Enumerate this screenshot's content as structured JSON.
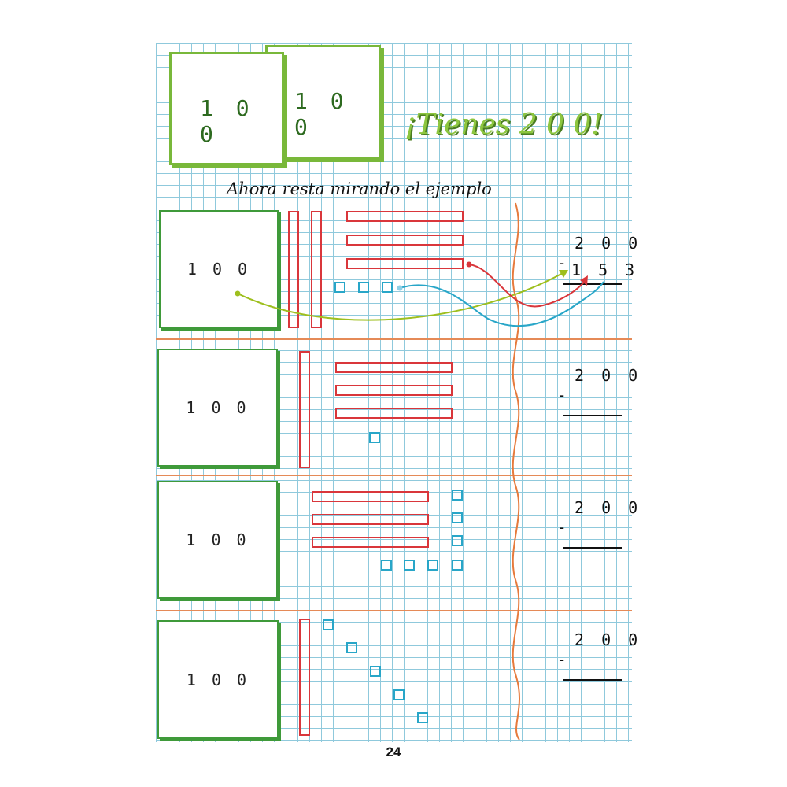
{
  "header": {
    "card_a": "1 0 0",
    "card_b": "1 0 0",
    "title": "¡Tienes 2 0 0!",
    "instruction": "Ahora resta mirando el ejemplo"
  },
  "rows": [
    {
      "hundred": "1 0 0",
      "minuend": "2 0 0",
      "minus": "-",
      "subtrahend": "1 5 3"
    },
    {
      "hundred": "1 0 0",
      "minuend": "2 0 0",
      "minus": "-"
    },
    {
      "hundred": "1 0 0",
      "minuend": "2 0 0",
      "minus": "-"
    },
    {
      "hundred": "1 0 0",
      "minuend": "2 0 0",
      "minus": "-"
    }
  ],
  "colors": {
    "grid": "#8fc9dc",
    "title_green": "#8dc63f",
    "hundred_green": "#3f9a3a",
    "tens_red": "#d9363b",
    "units_blue": "#28a6c8",
    "separator_orange": "#e58a57",
    "arrow_lime": "#9ebf1e"
  },
  "footer": {
    "page_number": "24"
  }
}
